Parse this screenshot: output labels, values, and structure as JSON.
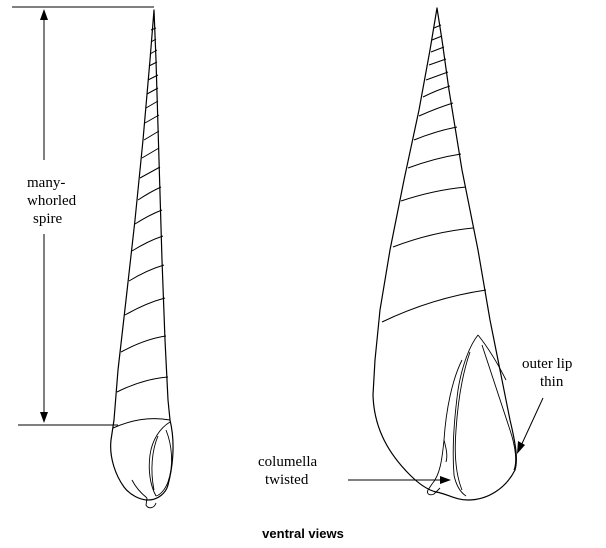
{
  "labels": {
    "spire_line1": "many-",
    "spire_line2": "whorled",
    "spire_line3": "spire",
    "outer_lip_line1": "outer lip",
    "outer_lip_line2": "thin",
    "columella_line1": "columella",
    "columella_line2": "twisted",
    "caption": "ventral views"
  },
  "colors": {
    "ink": "#000000",
    "background": "#ffffff"
  }
}
